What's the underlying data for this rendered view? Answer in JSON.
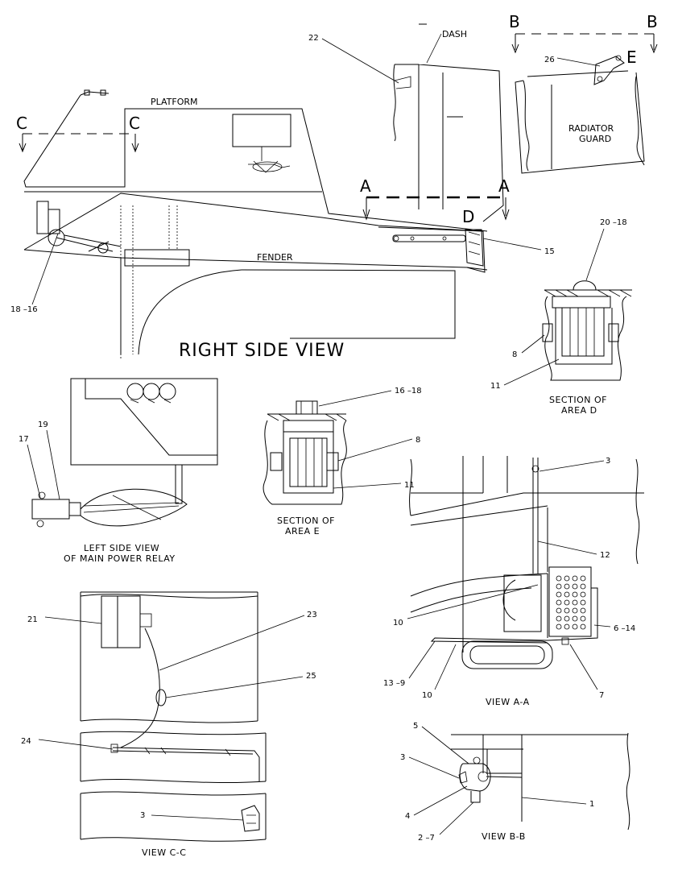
{
  "labels": {
    "dash": "DASH",
    "platform": "PLATFORM",
    "radiator_guard_1": "RADIATOR",
    "radiator_guard_2": "GUARD",
    "fender": "FENDER",
    "right_side_view": "RIGHT SIDE VIEW",
    "section_d_1": "SECTION OF",
    "section_d_2": "AREA D",
    "section_e_1": "SECTION OF",
    "section_e_2": "AREA E",
    "left_side_1": "LEFT SIDE VIEW",
    "left_side_2": "OF MAIN POWER RELAY",
    "view_aa": "VIEW A-A",
    "view_bb": "VIEW B-B",
    "view_cc": "VIEW C-C"
  },
  "cut_markers": {
    "b": "B",
    "c": "C",
    "a": "A",
    "d": "D",
    "e": "E"
  },
  "callouts": {
    "c22": "22",
    "c26": "26",
    "c15": "15",
    "c18_16": "18 –16",
    "c20_18": "20 –18",
    "c8_d": "8",
    "c11_d": "11",
    "c16_18": "16 –18",
    "c8_e": "8",
    "c11_e": "11",
    "c17": "17",
    "c19": "19",
    "c3_a": "3",
    "c12": "12",
    "c10_a": "10",
    "c6_14": "6 –14",
    "c13_9": "13 –9",
    "c10_b": "10",
    "c7": "7",
    "c21": "21",
    "c23": "23",
    "c25": "25",
    "c24": "24",
    "c3_c": "3",
    "c5": "5",
    "c3_b": "3",
    "c4": "4",
    "c1": "1",
    "c2_7": "2 –7"
  }
}
